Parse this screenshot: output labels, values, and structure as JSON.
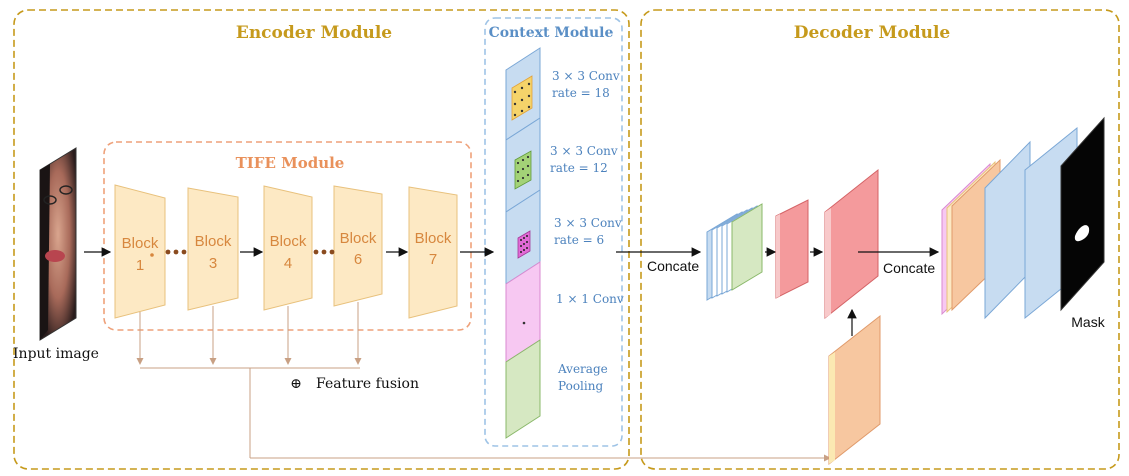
{
  "modules": {
    "encoder_title": "Encoder Module",
    "decoder_title": "Decoder Module",
    "context_title": "Context Module",
    "tife_title": "TIFE Module"
  },
  "encoder": {
    "input_label": "Input image",
    "blocks": [
      {
        "word": "Block",
        "num": "1"
      },
      {
        "word": "Block",
        "num": "3"
      },
      {
        "word": "Block",
        "num": "4"
      },
      {
        "word": "Block",
        "num": "6"
      },
      {
        "word": "Block",
        "num": "7"
      }
    ],
    "fusion_symbol": "⊕",
    "fusion_label": "Feature fusion"
  },
  "context": {
    "items": [
      {
        "line1": "3 × 3 Conv",
        "line2": "rate = 18"
      },
      {
        "line1": "3 × 3 Conv",
        "line2": "rate = 12"
      },
      {
        "line1": "3 × 3 Conv",
        "line2": "rate = 6"
      },
      {
        "line1": "1 × 1 Conv",
        "line2": ""
      },
      {
        "line1": "Average",
        "line2": "Pooling"
      }
    ]
  },
  "decoder": {
    "concate_label_1": "Concate",
    "concate_label_2": "Concate",
    "mask_label": "Mask"
  },
  "colors": {
    "module_border": "#c69a1c",
    "block_fill": "#fde9c4",
    "tife_border": "#eea17a",
    "context_border": "#9ec3e6",
    "layer_blue": "#c7dcf1",
    "layer_green": "#d6e8c2",
    "layer_pink": "#f7c8f2",
    "layer_red": "#f49a9c",
    "layer_orange": "#f7c7a0",
    "arrow_tan": "#c8a084"
  }
}
